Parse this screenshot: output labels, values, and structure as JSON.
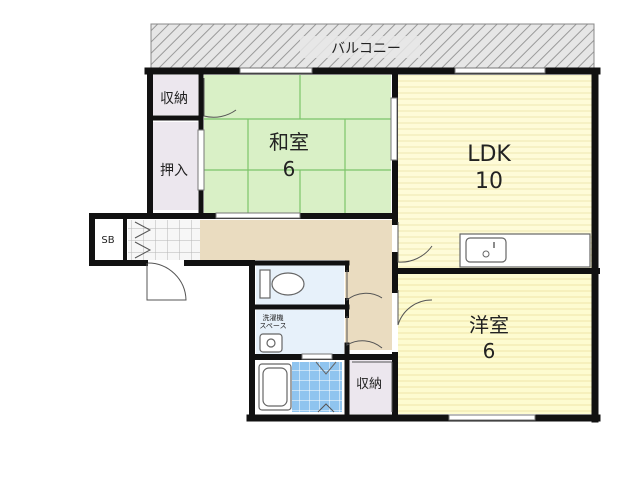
{
  "balcony": {
    "label": "バルコニー"
  },
  "rooms": {
    "washitsu": {
      "name": "和室",
      "size": "6"
    },
    "ldk": {
      "name": "LDK",
      "size": "10"
    },
    "youshitsu": {
      "name": "洋室",
      "size": "6"
    }
  },
  "storage": {
    "top": "収納",
    "oshiire": "押入",
    "bottom": "収納",
    "shoebox": "SB"
  },
  "laundry": {
    "line1": "洗濯機",
    "line2": "スペース"
  },
  "colors": {
    "wall": "#111111",
    "tatami": "#d9f0c6",
    "tatami_line": "#7cc46a",
    "ldk_floor": "#fefbd8",
    "ldk_stripe": "#efe7b0",
    "youshitsu_floor": "#fdfbd0",
    "hall": "#eadcc0",
    "closet": "#ece7ee",
    "toilet": "#e7f1fa",
    "bath_tile": "#8fc4ef",
    "balcony_fill": "#e6e6e6",
    "balcony_hatch": "#9a9a9a"
  }
}
